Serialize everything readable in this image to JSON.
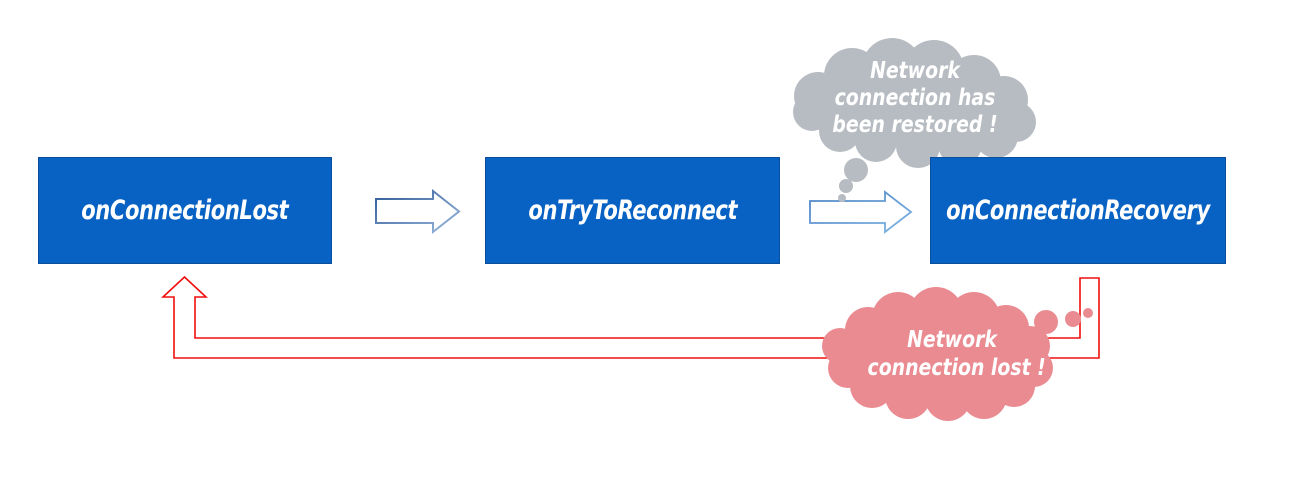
{
  "diagram": {
    "nodes": [
      {
        "label": "onConnectionLost"
      },
      {
        "label": "onTryToReconnect"
      },
      {
        "label": "onConnectionRecovery"
      }
    ],
    "thought_bubbles": [
      {
        "name": "network-restored",
        "lines": [
          "Network",
          "connection has",
          "been restored !"
        ],
        "color": "#b7bcc2"
      },
      {
        "name": "network-lost",
        "lines": [
          "Network",
          "connection lost !"
        ],
        "color": "#e98b91"
      }
    ],
    "colors": {
      "node_fill": "#0762c3",
      "node_border": "#0a4f9c",
      "node_text": "#ffffff",
      "flow_arrow_fill": "#ffffff",
      "flow_arrow1_stroke_dark": "#2f5b96",
      "flow_arrow1_stroke_light": "#9cb9df",
      "flow_arrow2_stroke_dark": "#4a84c4",
      "flow_arrow2_stroke_light": "#7fb3e4",
      "loop_arrow_stroke": "#f10f0f",
      "bubble_restored_fill": "#b7bcc2",
      "bubble_lost_fill": "#e98b91",
      "bubble_text": "#ffffff"
    }
  }
}
